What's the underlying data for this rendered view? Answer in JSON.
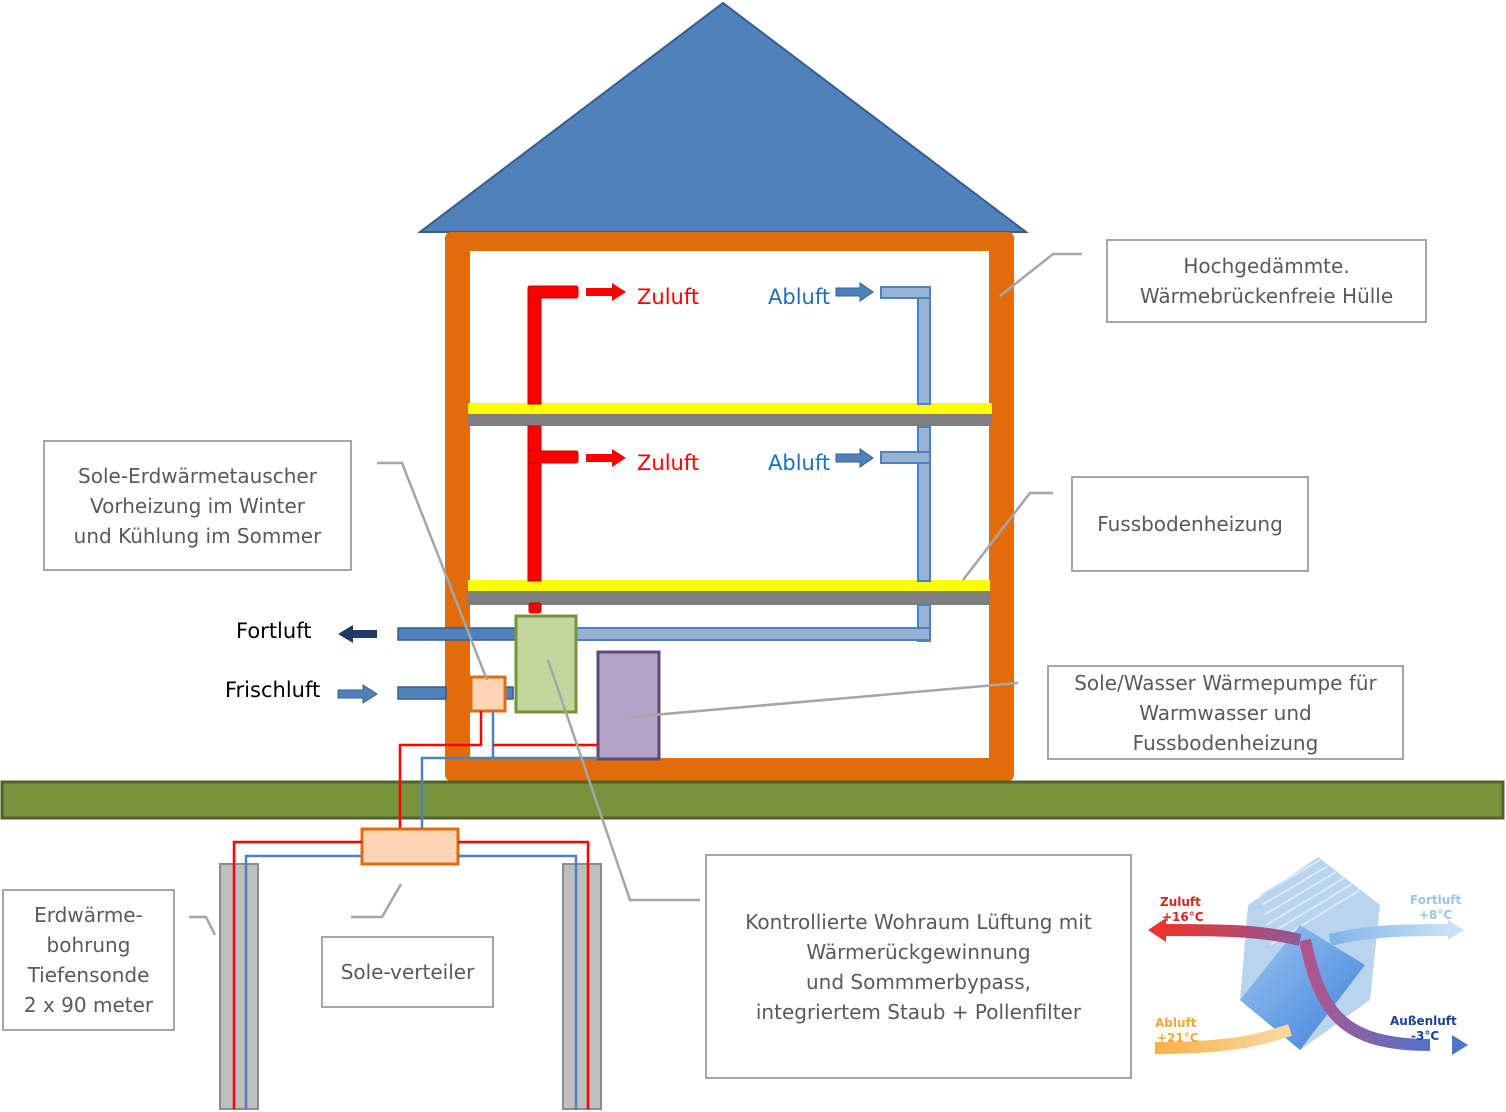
{
  "floors": [
    {
      "supply_label": "Zuluft",
      "exhaust_label": "Abluft"
    },
    {
      "supply_label": "Zuluft",
      "exhaust_label": "Abluft"
    }
  ],
  "outside": {
    "fortluft_label": "Fortluft",
    "frischluft_label": "Frischluft"
  },
  "callouts": {
    "huelle": "Hochgedämmte.\nWärmebrückenfreie Hülle",
    "sole_erd": "Sole-Erdwärmetauscher\nVorheizung im Winter\nund Kühlung im Sommer",
    "fussbodenheizung": "Fussbodenheizung",
    "waermepumpe": "Sole/Wasser Wärmepumpe für\nWarmwasser und\nFussbodenheizung",
    "erdwaerme": "Erdwärme-\nbohrung\nTiefensonde\n2 x 90 meter",
    "sole_verteiler": "Sole-verteiler",
    "lueftung": "Kontrollierte Wohraum Lüftung mit\nWärmerückgewinnung\nund Sommmerbypass,\nintegriertem Staub + Pollenfilter"
  },
  "heat_exchanger": {
    "zuluft": {
      "name": "Zuluft",
      "temp": "+16°C"
    },
    "fortluft": {
      "name": "Fortluft",
      "temp": "+8°C"
    },
    "abluft": {
      "name": "Abluft",
      "temp": "+21°C"
    },
    "aussenluft": {
      "name": "Außenluft",
      "temp": "-3°C"
    }
  },
  "colors": {
    "roof": "#4f81bd",
    "walls": "#e36c0a",
    "ground": "#77933c",
    "supply_red": "#ff0000",
    "duct_blue": "#4f81bd",
    "duct_light": "#95b3d7",
    "floor_yellow": "#ffff00",
    "floor_gray": "#7f7f7f",
    "vent_unit": "#c3d69b",
    "heat_pump": "#b3a2c7",
    "sole_box": "#fbd5b5"
  }
}
